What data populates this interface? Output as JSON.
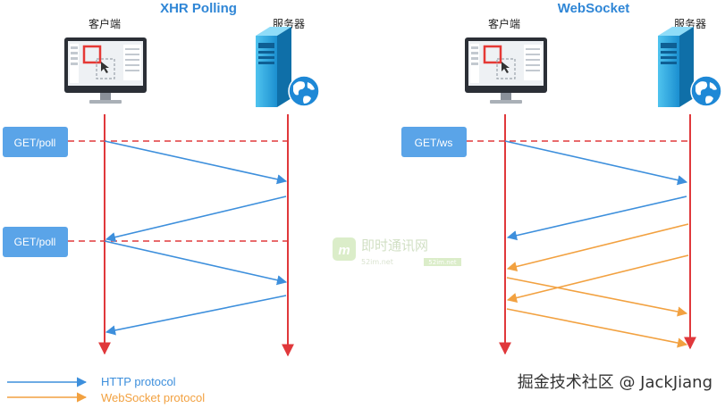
{
  "left": {
    "title": "XHR Polling",
    "client_label": "客户端",
    "server_label": "服务器",
    "request_label_1": "GET/poll",
    "request_label_2": "GET/poll"
  },
  "right": {
    "title": "WebSocket",
    "client_label": "客户端",
    "server_label": "服务器",
    "request_label_1": "GET/ws"
  },
  "legend": {
    "http_label": "HTTP protocol",
    "ws_label": "WebSocket protocol",
    "http_color": "#3d8fdc",
    "ws_color": "#f2a140"
  },
  "colors": {
    "timeline": "#e0383b",
    "request_box": "#5aa4e8",
    "title": "#2f86d6"
  },
  "watermark": {
    "name": "即时通讯网",
    "sub": "52im.net",
    "sub_tag": "52im.net"
  },
  "credit": "掘金技术社区 @ JackJiang"
}
